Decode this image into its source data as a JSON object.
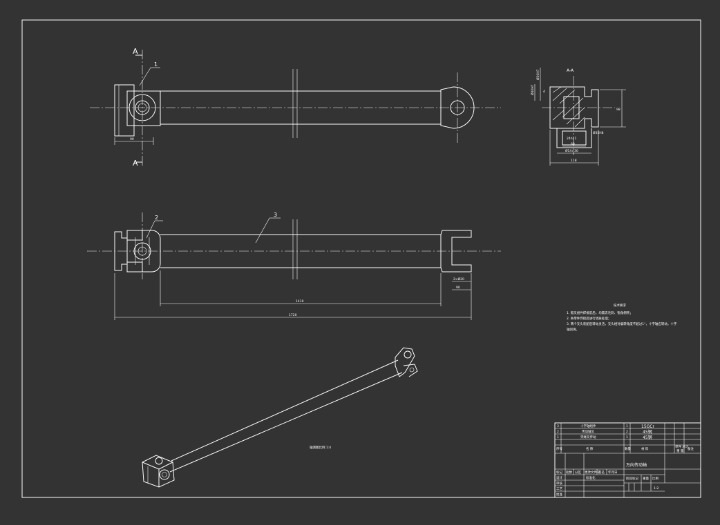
{
  "views": {
    "section_marker_top": "A",
    "section_marker_bottom": "A",
    "section_title": "A-A",
    "balloons": [
      "1",
      "2",
      "3"
    ]
  },
  "dimensions": {
    "top_width": "90",
    "right_end": "90",
    "right_small": "2×Ø20",
    "tube_length": "1410",
    "overall_length": "1720",
    "sec_left_top": "Ø20H7",
    "sec_left_mid": "Ø40H7",
    "sec_right_a": "Ø35H8",
    "sec_right_b": "98",
    "sec_inner": "60",
    "sec_inner2": "Ø14×30",
    "sec_bottom": "118",
    "sec_left_small": "4",
    "sec_gap": "24h11"
  },
  "tech_requirements": {
    "title": "技术要求",
    "items": [
      "1. 锻叉组件焊接前后，均需去毛刺、锐角倒钝；",
      "2. 各零件焊接后进行调质处理；",
      "3. 两个叉头装配后转动灵活，叉头相对偏转角度不超过1°，十字轴应转动，十字",
      "   轴润滑。"
    ]
  },
  "iso_caption": "轴测图比例 1:4",
  "title_block": {
    "parts": [
      {
        "no": "3",
        "name": "十字轴组件",
        "qty": "1",
        "material": "15GCr"
      },
      {
        "no": "2",
        "name": "传动轴叉",
        "qty": "2",
        "material": "45钢"
      },
      {
        "no": "1",
        "name": "突缘叉传动",
        "qty": "1",
        "material": "45钢"
      }
    ],
    "header": {
      "no": "序号",
      "name": "名  称",
      "qty": "数量",
      "material": "材  料",
      "weight": "单件 总计",
      "weight2": "重  量",
      "remark": "备注"
    },
    "drawing_name": "万向传动轴",
    "labels": {
      "mark": "标记",
      "count": "处数",
      "zone": "分区",
      "doc": "更改文件号",
      "sign": "签名",
      "date": "年月日",
      "design": "设计",
      "standard": "标准化",
      "stage": "阶段标记",
      "weight": "重量",
      "scale": "比例",
      "check": "审核",
      "process": "工艺",
      "approve": "批准",
      "scale_value": "1:2"
    }
  }
}
